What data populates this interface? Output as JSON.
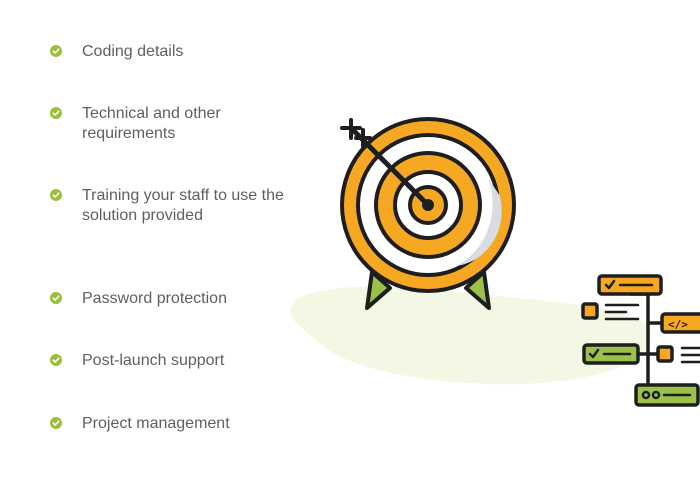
{
  "features": [
    {
      "label": "Coding details"
    },
    {
      "label": "Technical and other requirements"
    },
    {
      "label": "Training your staff to use the solution provided"
    },
    {
      "label": "Password protection"
    },
    {
      "label": "Post-launch support"
    },
    {
      "label": "Project management"
    }
  ],
  "icons": {
    "bullet": "check-circle-icon",
    "illustration": "target-arrow-icon",
    "flowchart": "code-flowchart-icon"
  },
  "colors": {
    "bullet": "#9cbf3b",
    "text": "#5f5f5f",
    "orange": "#f7a823",
    "green": "#9cc14b",
    "outline": "#1e1e1e"
  }
}
